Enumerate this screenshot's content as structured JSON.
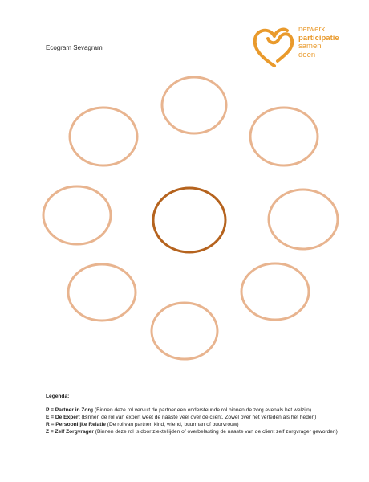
{
  "document": {
    "title": "Ecogram Sevagram"
  },
  "logo": {
    "line1": "netwerk",
    "line2": "participatie",
    "line3": "samen",
    "line4": "doen",
    "color": "#e99a2c"
  },
  "diagram": {
    "outer_color": "#e8b48f",
    "center_color": "#b5631e",
    "outer_count": 8
  },
  "legend": {
    "title": "Legenda:",
    "items": [
      {
        "key": "P = Partner in Zorg",
        "text": " (Binnen deze rol vervult de partner een ondersteunde rol binnen de zorg evenals het welzijn)"
      },
      {
        "key": "E = De Expert",
        "text": " (Binnen de rol van expert weet de naaste veel over de client. Zowel over het verleden als het heden)"
      },
      {
        "key": "R = Persoonlijke Relatie",
        "text": " (De rol van partner, kind, vriend, buurman of buurvrouw)"
      },
      {
        "key": "Z = Zelf Zorgvrager",
        "text": " (Binnen deze rol is door ziekteliijden of overbelasting de naaste van de client zelf zorgvrager geworden)"
      }
    ]
  }
}
